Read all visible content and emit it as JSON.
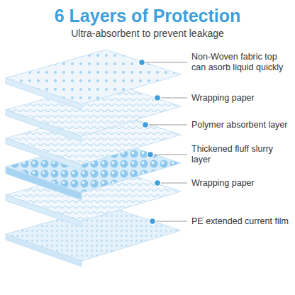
{
  "diagram": {
    "title": "6 Layers of Protection",
    "labels": [
      "Ultra-absorbent to prevent leakage",
      "Non-Woven fabric top can asorb liquid quickly",
      "Wrapping paper",
      "Polymer absorbent layer",
      "Thickened fluff slurry layer",
      "Wrapping paper",
      "PE extended current film"
    ]
  }
}
